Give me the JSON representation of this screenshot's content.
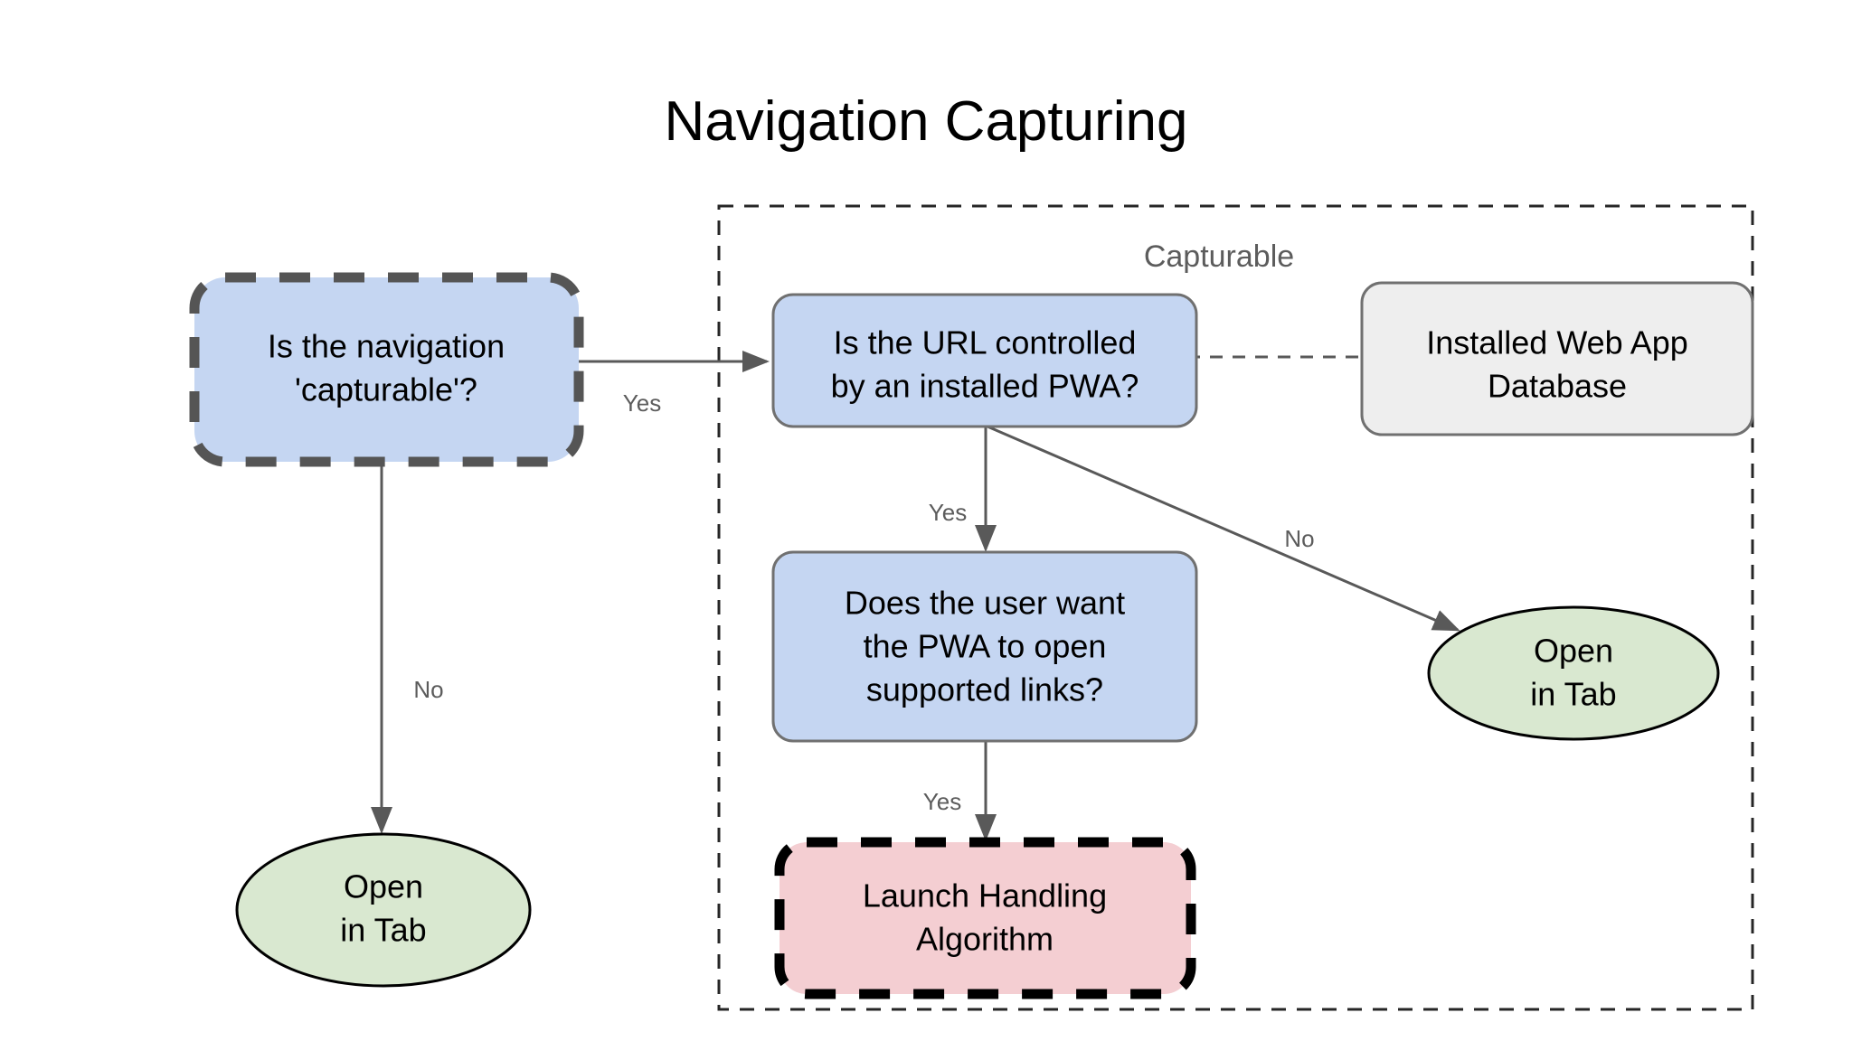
{
  "page": {
    "title": "Navigation Capturing",
    "background": "#ffffff"
  },
  "colors": {
    "decision_fill": "#c5d6f2",
    "database_fill": "#eeeeee",
    "terminal_fill": "#d9e8d0",
    "algorithm_fill": "#f4ced2",
    "edge_stroke": "#595959",
    "group_stroke": "#262626",
    "label_text": "#5c5c5c",
    "node_text": "#000000"
  },
  "chart_data": {
    "type": "diagram",
    "title": "Navigation Capturing",
    "diagram_kind": "flowchart",
    "groups": [
      {
        "id": "capturable-group",
        "label": "Capturable",
        "style": "dashed-container"
      }
    ],
    "nodes": [
      {
        "id": "is-navigation-capturable",
        "shape": "rounded-rect",
        "style": "dashed-thick",
        "fill": "#c5d6f2",
        "lines": [
          "Is the navigation",
          "'capturable'?"
        ]
      },
      {
        "id": "is-url-controlled",
        "shape": "rounded-rect",
        "style": "solid-thin",
        "fill": "#c5d6f2",
        "lines": [
          "Is the URL controlled",
          "by an installed PWA?"
        ]
      },
      {
        "id": "installed-web-app-database",
        "shape": "rounded-rect",
        "style": "solid-thin",
        "fill": "#eeeeee",
        "lines": [
          "Installed Web App",
          "Database"
        ]
      },
      {
        "id": "does-user-want-pwa",
        "shape": "rounded-rect",
        "style": "solid-thin",
        "fill": "#c5d6f2",
        "lines": [
          "Does the user want",
          "the PWA to open",
          "supported links?"
        ]
      },
      {
        "id": "launch-handling-algorithm",
        "shape": "rounded-rect",
        "style": "dashed-thick",
        "fill": "#f4ced2",
        "lines": [
          "Launch Handling",
          "Algorithm"
        ]
      },
      {
        "id": "open-in-tab-left",
        "shape": "ellipse",
        "style": "solid-thin",
        "fill": "#d9e8d0",
        "lines": [
          "Open",
          "in Tab"
        ]
      },
      {
        "id": "open-in-tab-right",
        "shape": "ellipse",
        "style": "solid-thin",
        "fill": "#d9e8d0",
        "lines": [
          "Open",
          "in Tab"
        ]
      }
    ],
    "edges": [
      {
        "id": "edge-capturable-yes",
        "from": "is-navigation-capturable",
        "to": "is-url-controlled",
        "label": "Yes",
        "style": "solid-arrow"
      },
      {
        "id": "edge-capturable-no",
        "from": "is-navigation-capturable",
        "to": "open-in-tab-left",
        "label": "No",
        "style": "solid-arrow"
      },
      {
        "id": "edge-url-yes",
        "from": "is-url-controlled",
        "to": "does-user-want-pwa",
        "label": "Yes",
        "style": "solid-arrow"
      },
      {
        "id": "edge-url-no",
        "from": "is-url-controlled",
        "to": "open-in-tab-right",
        "label": "No",
        "style": "solid-arrow"
      },
      {
        "id": "edge-user-yes",
        "from": "does-user-want-pwa",
        "to": "launch-handling-algorithm",
        "label": "Yes",
        "style": "solid-arrow"
      },
      {
        "id": "edge-database-lookup",
        "from": "installed-web-app-database",
        "to": "is-url-controlled",
        "label": "",
        "style": "dashed-arrow"
      }
    ]
  },
  "nodes": {
    "is_navigation_capturable": {
      "line1": "Is the navigation",
      "line2": "'capturable'?"
    },
    "is_url_controlled": {
      "line1": "Is the URL controlled",
      "line2": "by an installed PWA?"
    },
    "installed_web_app_database": {
      "line1": "Installed Web App",
      "line2": "Database"
    },
    "does_user_want_pwa": {
      "line1": "Does the user want",
      "line2": "the PWA to open",
      "line3": "supported links?"
    },
    "launch_handling_algorithm": {
      "line1": "Launch Handling",
      "line2": "Algorithm"
    },
    "open_in_tab_left": {
      "line1": "Open",
      "line2": "in Tab"
    },
    "open_in_tab_right": {
      "line1": "Open",
      "line2": "in Tab"
    }
  },
  "group": {
    "capturable_label": "Capturable"
  },
  "edge_labels": {
    "capturable_yes": "Yes",
    "capturable_no": "No",
    "url_yes": "Yes",
    "url_no": "No",
    "user_yes": "Yes"
  }
}
